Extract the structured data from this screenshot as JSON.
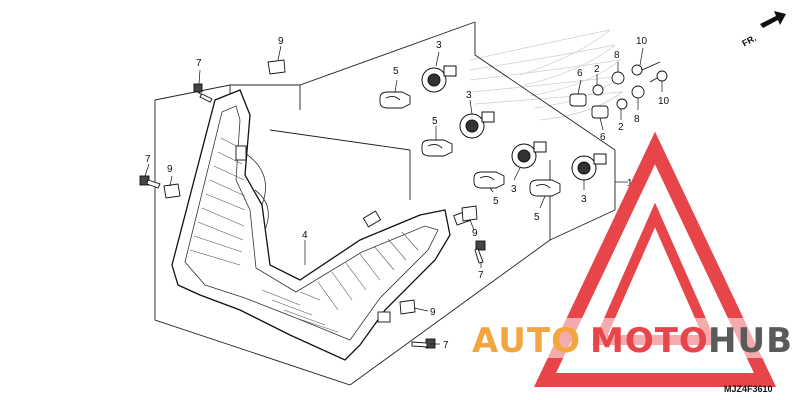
{
  "diagram": {
    "part_labels": [
      {
        "key": "p1",
        "text": "1"
      },
      {
        "key": "p2a",
        "text": "2"
      },
      {
        "key": "p2b",
        "text": "2"
      },
      {
        "key": "p3a",
        "text": "3"
      },
      {
        "key": "p3b",
        "text": "3"
      },
      {
        "key": "p3c",
        "text": "3"
      },
      {
        "key": "p3d",
        "text": "3"
      },
      {
        "key": "p4",
        "text": "4"
      },
      {
        "key": "p5a",
        "text": "5"
      },
      {
        "key": "p5b",
        "text": "5"
      },
      {
        "key": "p5c",
        "text": "5"
      },
      {
        "key": "p5d",
        "text": "5"
      },
      {
        "key": "p6a",
        "text": "6"
      },
      {
        "key": "p6b",
        "text": "6"
      },
      {
        "key": "p7a",
        "text": "7"
      },
      {
        "key": "p7b",
        "text": "7"
      },
      {
        "key": "p7c",
        "text": "7"
      },
      {
        "key": "p7d",
        "text": "7"
      },
      {
        "key": "p8a",
        "text": "8"
      },
      {
        "key": "p8b",
        "text": "8"
      },
      {
        "key": "p9a",
        "text": "9"
      },
      {
        "key": "p9b",
        "text": "9"
      },
      {
        "key": "p9c",
        "text": "9"
      },
      {
        "key": "p9d",
        "text": "9"
      },
      {
        "key": "p10a",
        "text": "10"
      },
      {
        "key": "p10b",
        "text": "10"
      }
    ],
    "direction_label": "FR.",
    "figure_code": "MJZ4F3610"
  },
  "watermark": {
    "part1": "AUTO",
    "part2": "MOTO",
    "part3": "HUB",
    "color_red": "#e8454a",
    "color_orange": "#f3a640",
    "color_gray": "#5a5a5a"
  }
}
